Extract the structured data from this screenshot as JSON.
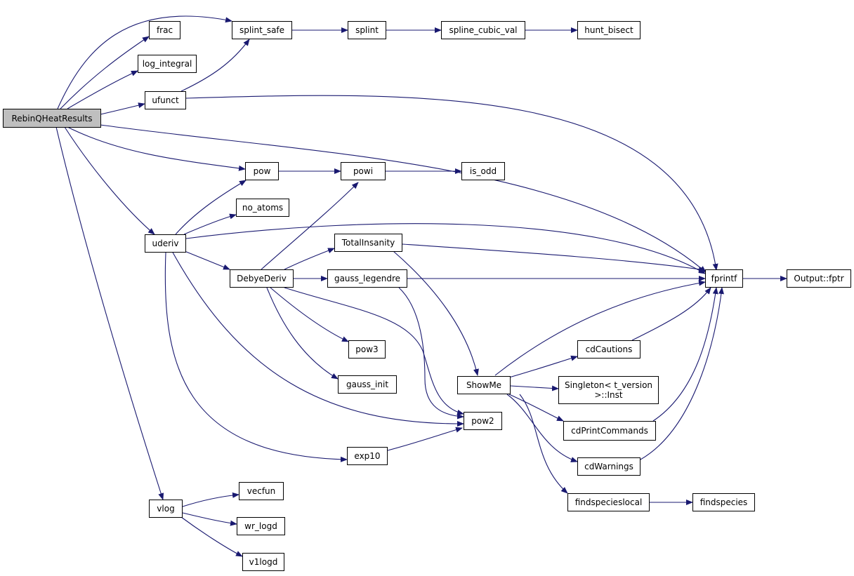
{
  "diagram": {
    "edge_color": "#191970",
    "root_fill": "#bfbfbf",
    "nodes": [
      {
        "id": "rebin",
        "label": "RebinQHeatResults",
        "root": true
      },
      {
        "id": "frac",
        "label": "frac"
      },
      {
        "id": "splint_safe",
        "label": "splint_safe"
      },
      {
        "id": "splint",
        "label": "splint"
      },
      {
        "id": "spline_cubic_val",
        "label": "spline_cubic_val"
      },
      {
        "id": "hunt_bisect",
        "label": "hunt_bisect"
      },
      {
        "id": "log_integral",
        "label": "log_integral"
      },
      {
        "id": "ufunct",
        "label": "ufunct"
      },
      {
        "id": "pow",
        "label": "pow"
      },
      {
        "id": "powi",
        "label": "powi"
      },
      {
        "id": "is_odd",
        "label": "is_odd"
      },
      {
        "id": "no_atoms",
        "label": "no_atoms"
      },
      {
        "id": "uderiv",
        "label": "uderiv"
      },
      {
        "id": "totalinsanity",
        "label": "TotalInsanity"
      },
      {
        "id": "debyederiv",
        "label": "DebyeDeriv"
      },
      {
        "id": "gauss_legendre",
        "label": "gauss_legendre"
      },
      {
        "id": "fprintf",
        "label": "fprintf"
      },
      {
        "id": "output_fptr",
        "label": "Output::fptr"
      },
      {
        "id": "pow3",
        "label": "pow3"
      },
      {
        "id": "cdcautions",
        "label": "cdCautions"
      },
      {
        "id": "gauss_init",
        "label": "gauss_init"
      },
      {
        "id": "showme",
        "label": "ShowMe"
      },
      {
        "id": "singleton_line1",
        "label": "Singleton< t_version"
      },
      {
        "id": "singleton_line2",
        "label": ">::Inst"
      },
      {
        "id": "pow2",
        "label": "pow2"
      },
      {
        "id": "cdprintcommands",
        "label": "cdPrintCommands"
      },
      {
        "id": "exp10",
        "label": "exp10"
      },
      {
        "id": "cdwarnings",
        "label": "cdWarnings"
      },
      {
        "id": "findspecieslocal",
        "label": "findspecieslocal"
      },
      {
        "id": "findspecies",
        "label": "findspecies"
      },
      {
        "id": "vlog",
        "label": "vlog"
      },
      {
        "id": "vecfun",
        "label": "vecfun"
      },
      {
        "id": "wr_logd",
        "label": "wr_logd"
      },
      {
        "id": "v1logd",
        "label": "v1logd"
      }
    ]
  }
}
